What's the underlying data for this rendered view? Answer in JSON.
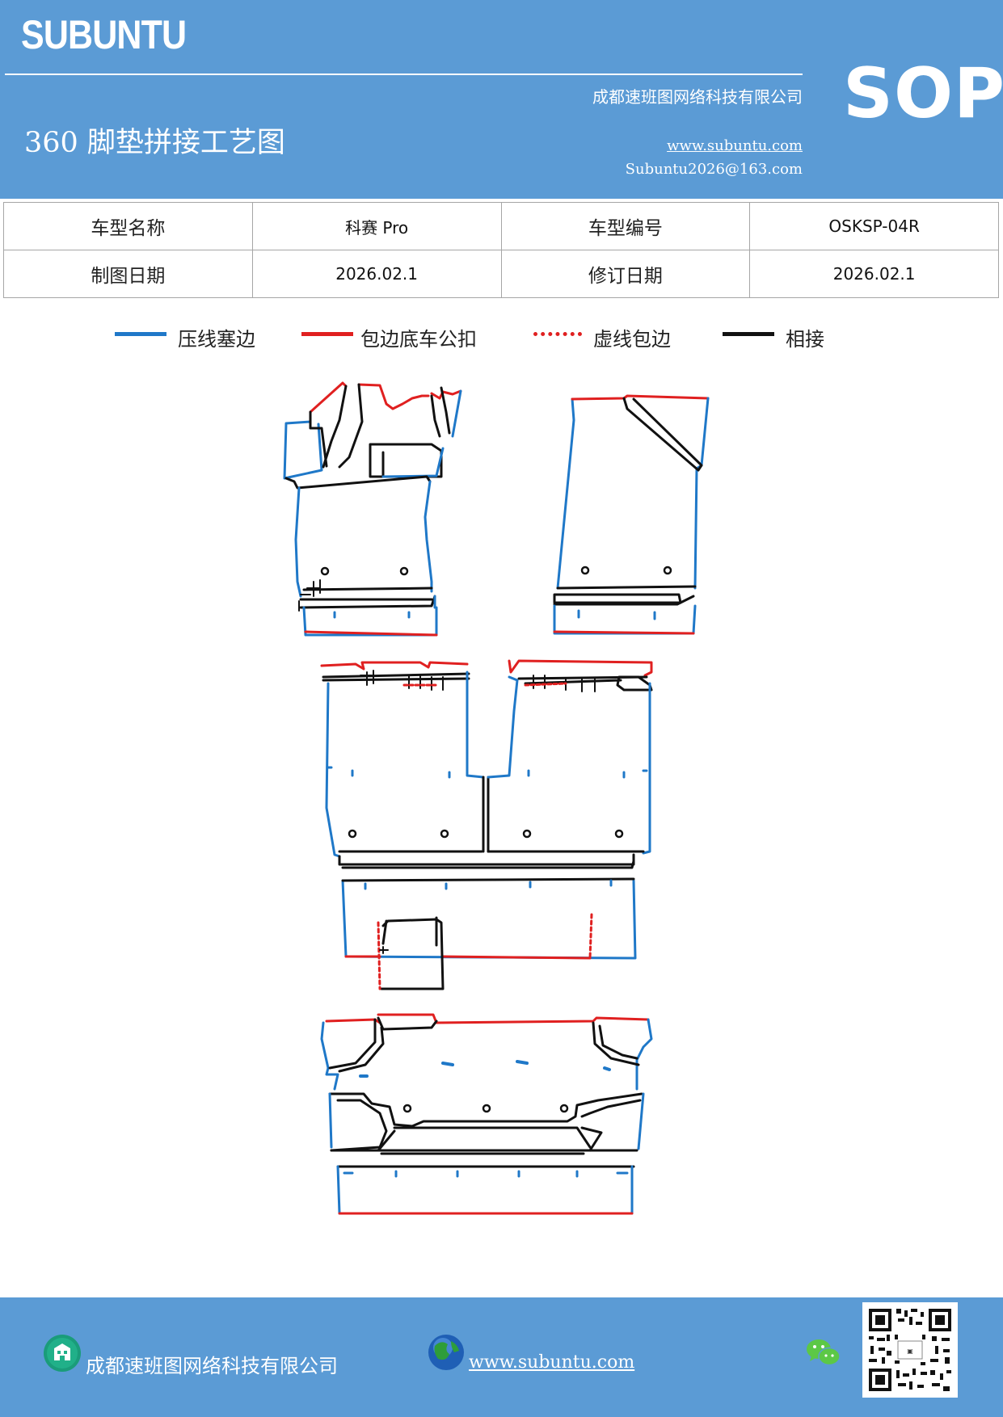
{
  "header": {
    "brand": "SUBUNTU",
    "company": "成都速班图网络科技有限公司",
    "title": "360 脚垫拼接工艺图",
    "website": "www.subuntu.com",
    "email": "Subuntu2026@163.com",
    "badge": "SOP"
  },
  "info_table": {
    "rows": [
      {
        "label1": "车型名称",
        "value1": "科赛 Pro",
        "label2": "车型编号",
        "value2": "OSKSP-04R"
      },
      {
        "label1": "制图日期",
        "value1": "2026.02.1",
        "label2": "修订日期",
        "value2": "2026.02.1"
      }
    ]
  },
  "legend": {
    "items": [
      {
        "label": "压线塞边",
        "color": "#1f78c8",
        "style": "solid"
      },
      {
        "label": "包边底车公扣",
        "color": "#e02020",
        "style": "solid"
      },
      {
        "label": "虚线包边",
        "color": "#e02020",
        "style": "dotted"
      },
      {
        "label": "相接",
        "color": "#111111",
        "style": "solid"
      }
    ]
  },
  "footer": {
    "company": "成都速班图网络科技有限公司",
    "website": "www.subuntu.com",
    "building_icon": "building-icon",
    "globe_icon": "globe-icon",
    "wechat_icon": "wechat-icon",
    "qr_icon": "qr-code-icon"
  }
}
